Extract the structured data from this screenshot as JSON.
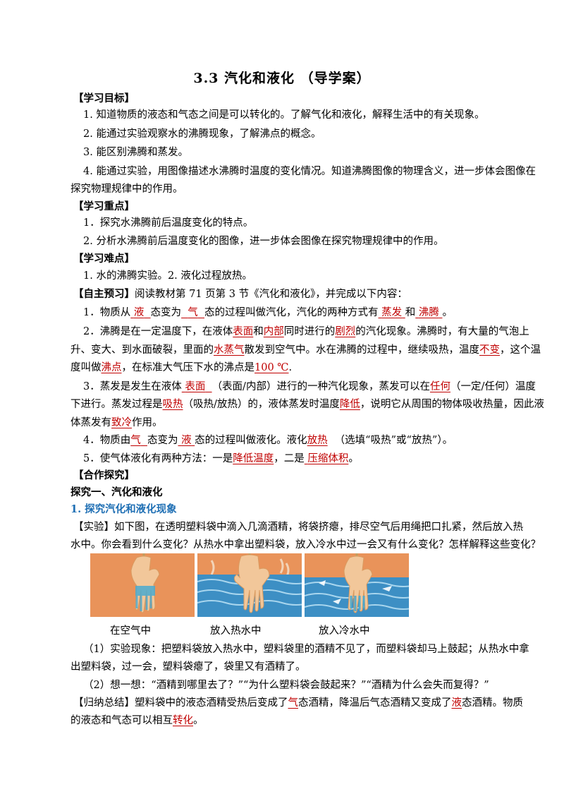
{
  "title": "3.3  汽化和液化  （导学案）",
  "goals": {
    "heading": "【学习目标】",
    "items": [
      "1. 知道物质的液态和气态之间是可以转化的。了解气化和液化，解释生活中的有关现象。",
      "2. 能通过实验观察水的沸腾现象，了解沸点的概念。",
      "3. 能区别沸腾和蒸发。",
      "4. 能通过实验，用图像描述水沸腾时温度的变化情况。知道沸腾图像的物理含义，进一步体会图像在"
    ],
    "item4_cont": "探究物理规律中的作用。"
  },
  "key_points": {
    "heading": "【学习重点】",
    "items": [
      "1．探究水沸腾前后温度变化的特点。",
      "2. 分析水沸腾前后温度变化的图像，进一步体会图像在探究物理规律中的作用。"
    ]
  },
  "difficulties": {
    "heading": "【学习难点】",
    "text": "1. 水的沸腾实验。2. 液化过程放热。"
  },
  "preview": {
    "heading": "【自主预习】",
    "intro": "阅读教材第 71 页第 3 节《汽化和液化》，并完成以下内容：",
    "q1": {
      "a": "1．物质从",
      "ans1": "液",
      "b": "态变为",
      "ans2": "气",
      "c": "态的过程叫做汽化，汽化的两种方式有",
      "ans3": "蒸发",
      "d": "和",
      "ans4": "沸腾",
      "e": "。"
    },
    "q2": {
      "a": "2．沸腾是在一定温度下，在液体",
      "ans1": "表面",
      "b": "和",
      "ans2": "内部",
      "c": "同时进行的",
      "ans3": "剧烈",
      "d": "的汽化现象。沸腾时，有大量的气泡上",
      "e": "升、变大、到水面破裂，里面的",
      "ans4": "水蒸气",
      "f": "散发到空气中。水在沸腾的过程中，继续吸热，温度",
      "ans5": "不变",
      "g": "，这个温",
      "h": "度叫做",
      "ans6": "沸点",
      "i": "，在标准大气压下水的沸点是",
      "ans7": "100 ℃",
      "j": "."
    },
    "q3": {
      "a": "3．蒸发是发生在液体",
      "ans1": "表面",
      "b": "（表面/内部）进行的一种汽化现象，蒸发可以在",
      "ans2": "任何",
      "c": "（一定/任何）温度",
      "d": "下进行。蒸发过程是",
      "ans3": "吸热",
      "e": "（吸热/放热）的，液体蒸发时温度",
      "ans4": "降低",
      "f": "，说明它从周围的物体吸收热量，因此液",
      "g": "体蒸发有",
      "ans5": "致冷",
      "h": "作用。"
    },
    "q4": {
      "a": "4．物质由",
      "ans1": "气",
      "b": "态变为",
      "ans2": "液",
      "c": "态的过程叫做液化。液化",
      "ans3": "放热",
      "d": "（选填“吸热”或“放热”）。"
    },
    "q5": {
      "a": "5．使气体液化有两种方法：一是",
      "ans1": "降低温度",
      "b": "，二是",
      "ans2": "压缩体积",
      "c": "。"
    }
  },
  "coop": {
    "heading": "【合作探究】",
    "sub1": "探究一、汽化和液化",
    "sub2": "1. 探究汽化和液化现象",
    "exp1": "【实验】如下图，在透明塑料袋中滴入几滴酒精，将袋挤瘪，排尽空气后用绳把口扎紧，然后放入热",
    "exp2": "水中。你会看到什么变化？从热水中拿出塑料袋，放入冷水中过一会又有什么变化？怎样解释这些变化？",
    "captions": [
      "在空气中",
      "放入热水中",
      "放入冷水中"
    ],
    "obs1": "（1）实验现象：把塑料袋放入热水中，塑料袋里的酒精不见了，而塑料袋却马上鼓起；从热水中拿",
    "obs2": "出塑料袋，过一会，塑料袋瘪了，袋里又有酒精了。",
    "think": "（2）想一想：“酒精到哪里去了？”“为什么塑料袋会鼓起来？”“酒精为什么会失而复得？”",
    "sum": {
      "a": "【归纳总结】塑料袋中的液态酒精受热后变成了",
      "ans1": "气",
      "b": "态酒精，降温后气态酒精又变成了",
      "ans2": "液",
      "c": "态酒精。物质",
      "d": "的液态和气态可以相互",
      "ans3": "转化",
      "e": "。"
    }
  },
  "colors": {
    "answer": "#c00000",
    "heading_blue": "#1f6fb4",
    "panel_bg": "#e9935a",
    "water": "#3d8fc4"
  }
}
